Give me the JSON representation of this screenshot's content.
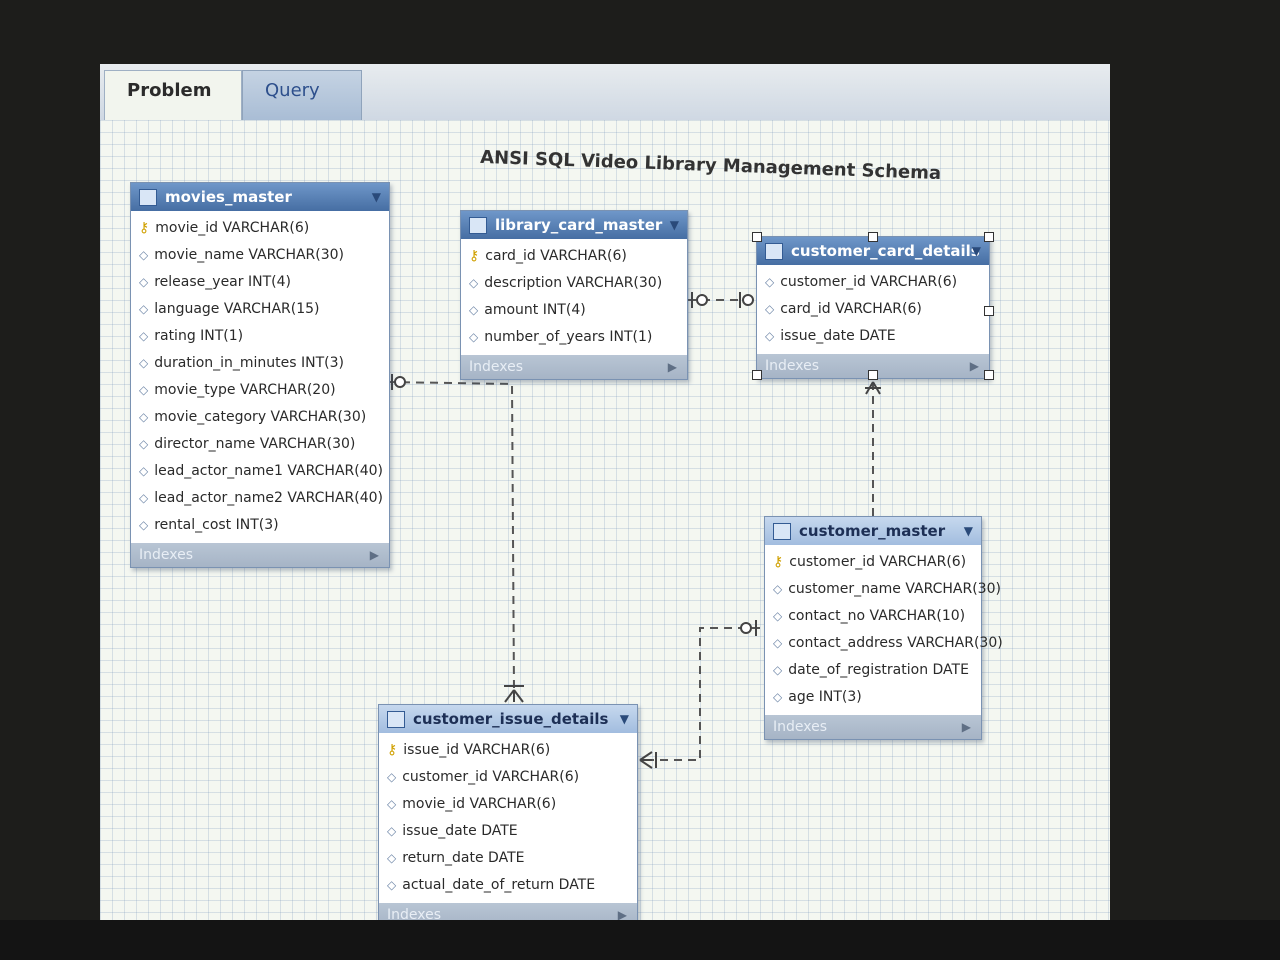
{
  "tabs": [
    {
      "label": "Problem",
      "active": true
    },
    {
      "label": "Query",
      "active": false
    }
  ],
  "diagram_title": "ANSI SQL Video Library Management Schema",
  "indexes_label": "Indexes",
  "tables": {
    "movies_master": {
      "name": "movies_master",
      "columns": [
        "movie_id VARCHAR(6)",
        "movie_name VARCHAR(30)",
        "release_year INT(4)",
        "language VARCHAR(15)",
        "rating INT(1)",
        "duration_in_minutes INT(3)",
        "movie_type VARCHAR(20)",
        "movie_category VARCHAR(30)",
        "director_name VARCHAR(30)",
        "lead_actor_name1 VARCHAR(40)",
        "lead_actor_name2 VARCHAR(40)",
        "rental_cost INT(3)"
      ]
    },
    "library_card_master": {
      "name": "library_card_master",
      "columns": [
        "card_id VARCHAR(6)",
        "description VARCHAR(30)",
        "amount INT(4)",
        "number_of_years INT(1)"
      ]
    },
    "customer_card_details": {
      "name": "customer_card_details",
      "columns": [
        "customer_id VARCHAR(6)",
        "card_id VARCHAR(6)",
        "issue_date DATE"
      ]
    },
    "customer_master": {
      "name": "customer_master",
      "columns": [
        "customer_id VARCHAR(6)",
        "customer_name VARCHAR(30)",
        "contact_no VARCHAR(10)",
        "contact_address VARCHAR(30)",
        "date_of_registration DATE",
        "age INT(3)"
      ]
    },
    "customer_issue_details": {
      "name": "customer_issue_details",
      "columns": [
        "issue_id VARCHAR(6)",
        "customer_id VARCHAR(6)",
        "movie_id VARCHAR(6)",
        "issue_date DATE",
        "return_date DATE",
        "actual_date_of_return DATE"
      ]
    }
  },
  "colors": {
    "header_dark": "#466ea3",
    "header_light": "#a2bddf",
    "grid": "#7896b9",
    "relation_line": "#555555"
  },
  "icons": {
    "primary_key": "key-icon",
    "attribute": "diamond-icon",
    "table": "table-icon",
    "dropdown": "chevron-down-icon",
    "indexes_expand": "play-icon"
  }
}
